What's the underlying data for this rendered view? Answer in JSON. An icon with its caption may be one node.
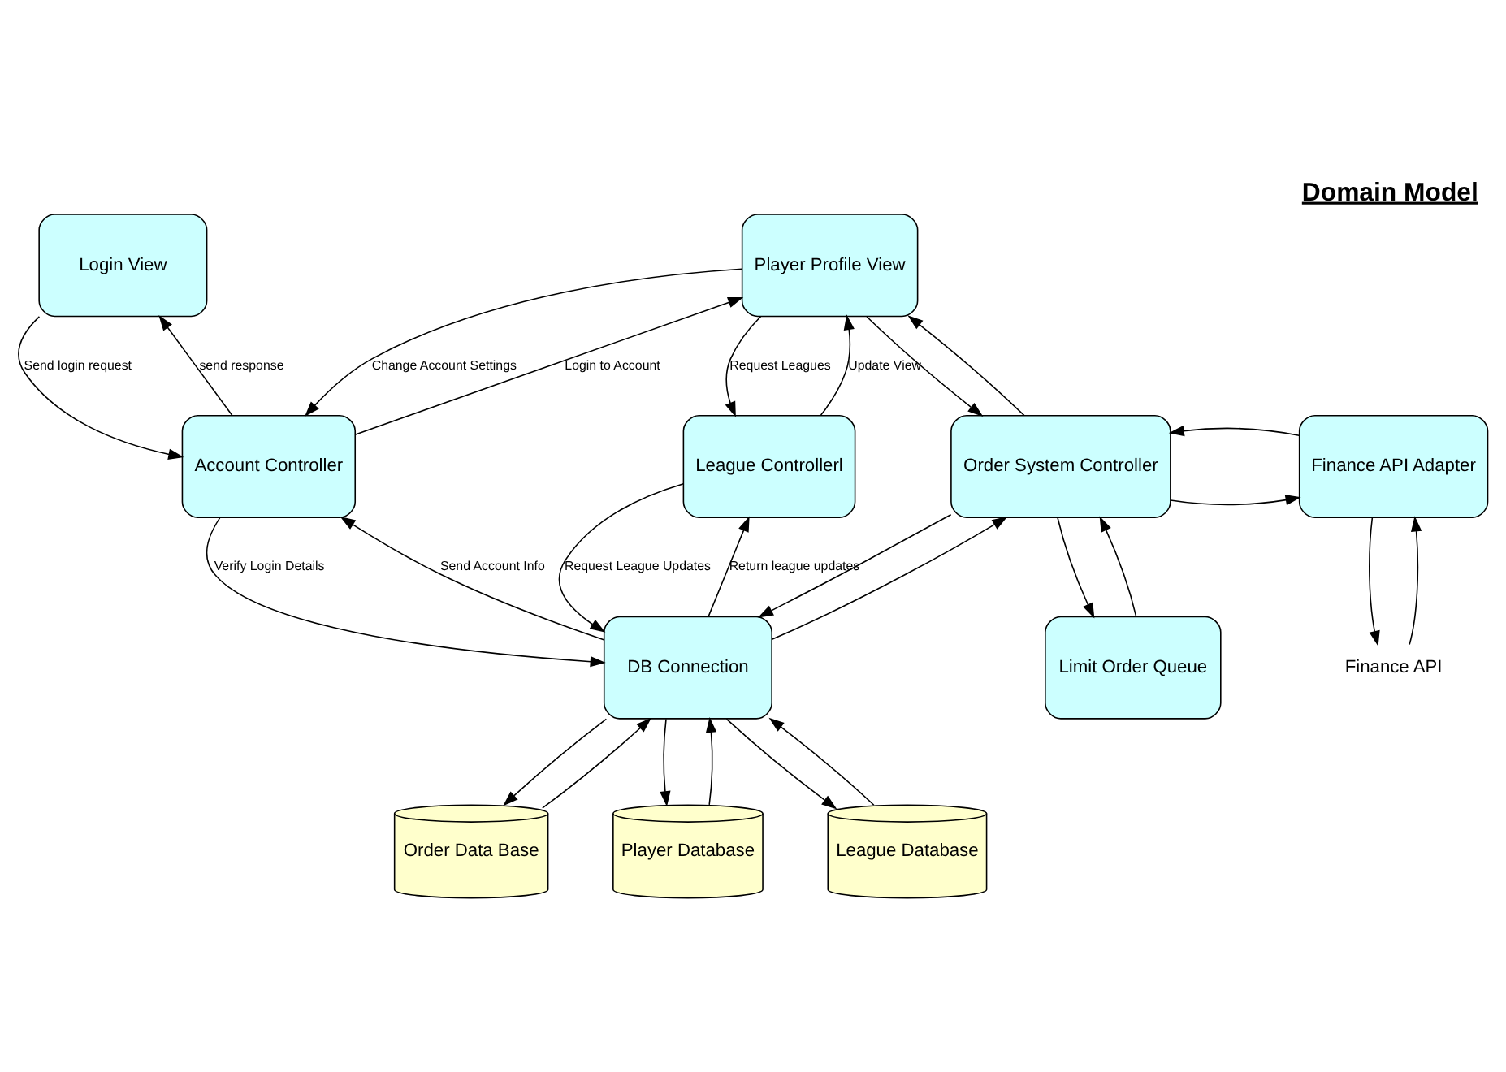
{
  "diagram": {
    "title": "Domain Model",
    "nodes": [
      {
        "text": [
          "Login View"
        ]
      },
      {
        "text": [
          "Player Profile View"
        ]
      },
      {
        "text": [
          "Account Controller"
        ]
      },
      {
        "text": [
          "League Controllerl"
        ]
      },
      {
        "text": [
          "Order System Controller"
        ]
      },
      {
        "text": [
          "Finance API Adapter"
        ]
      },
      {
        "text": [
          "DB Connection"
        ]
      },
      {
        "text": [
          "Limit Order Queue"
        ]
      },
      {
        "text": [
          "Finance API"
        ]
      },
      {
        "text": [
          "Order Data Base"
        ]
      },
      {
        "text": [
          "Player Database"
        ]
      },
      {
        "text": [
          "League Database"
        ]
      }
    ],
    "edges": [
      {
        "from": 0,
        "to": 2,
        "arrow": "to",
        "label": "Send login request"
      },
      {
        "from": 2,
        "to": 0,
        "arrow": "to",
        "label": "send response"
      },
      {
        "from": 2,
        "to": 1,
        "arrow": "to",
        "label": "Login to Account"
      },
      {
        "from": 1,
        "to": 2,
        "arrow": "to",
        "label": "Change Account Settings"
      },
      {
        "from": 3,
        "to": 1,
        "arrow": "to",
        "label": "Update View"
      },
      {
        "from": 1,
        "to": 3,
        "arrow": "to",
        "label": "Request Leagues"
      },
      {
        "from": 1,
        "to": 4,
        "arrow": "to"
      },
      {
        "from": 4,
        "to": 1,
        "arrow": "to"
      },
      {
        "from": 6,
        "to": 3,
        "arrow": "to",
        "label": "Return league updates"
      },
      {
        "from": 3,
        "to": 6,
        "arrow": "to",
        "label": "Request League Updates"
      },
      {
        "from": 2,
        "to": 6,
        "arrow": "to",
        "label": "Verify Login Details"
      },
      {
        "from": 6,
        "to": 2,
        "arrow": "to",
        "label": "Send Account Info"
      },
      {
        "from": 6,
        "to": 4,
        "arrow": "to"
      },
      {
        "from": 4,
        "to": 6,
        "arrow": "to"
      },
      {
        "from": 4,
        "to": 5,
        "arrow": "to"
      },
      {
        "from": 5,
        "to": 4,
        "arrow": "to"
      },
      {
        "from": 7,
        "to": 4,
        "arrow": "to"
      },
      {
        "from": 4,
        "to": 7,
        "arrow": "to"
      },
      {
        "from": 5,
        "to": 8,
        "arrow": "to"
      },
      {
        "from": 8,
        "to": 5,
        "arrow": "to"
      },
      {
        "from": 9,
        "to": 6,
        "arrow": "to"
      },
      {
        "from": 6,
        "to": 9,
        "arrow": "to"
      },
      {
        "from": 6,
        "to": 10,
        "arrow": "to"
      },
      {
        "from": 10,
        "to": 6,
        "arrow": "to"
      },
      {
        "from": 6,
        "to": 11,
        "arrow": "to"
      },
      {
        "from": 11,
        "to": 6,
        "arrow": "to"
      }
    ]
  }
}
